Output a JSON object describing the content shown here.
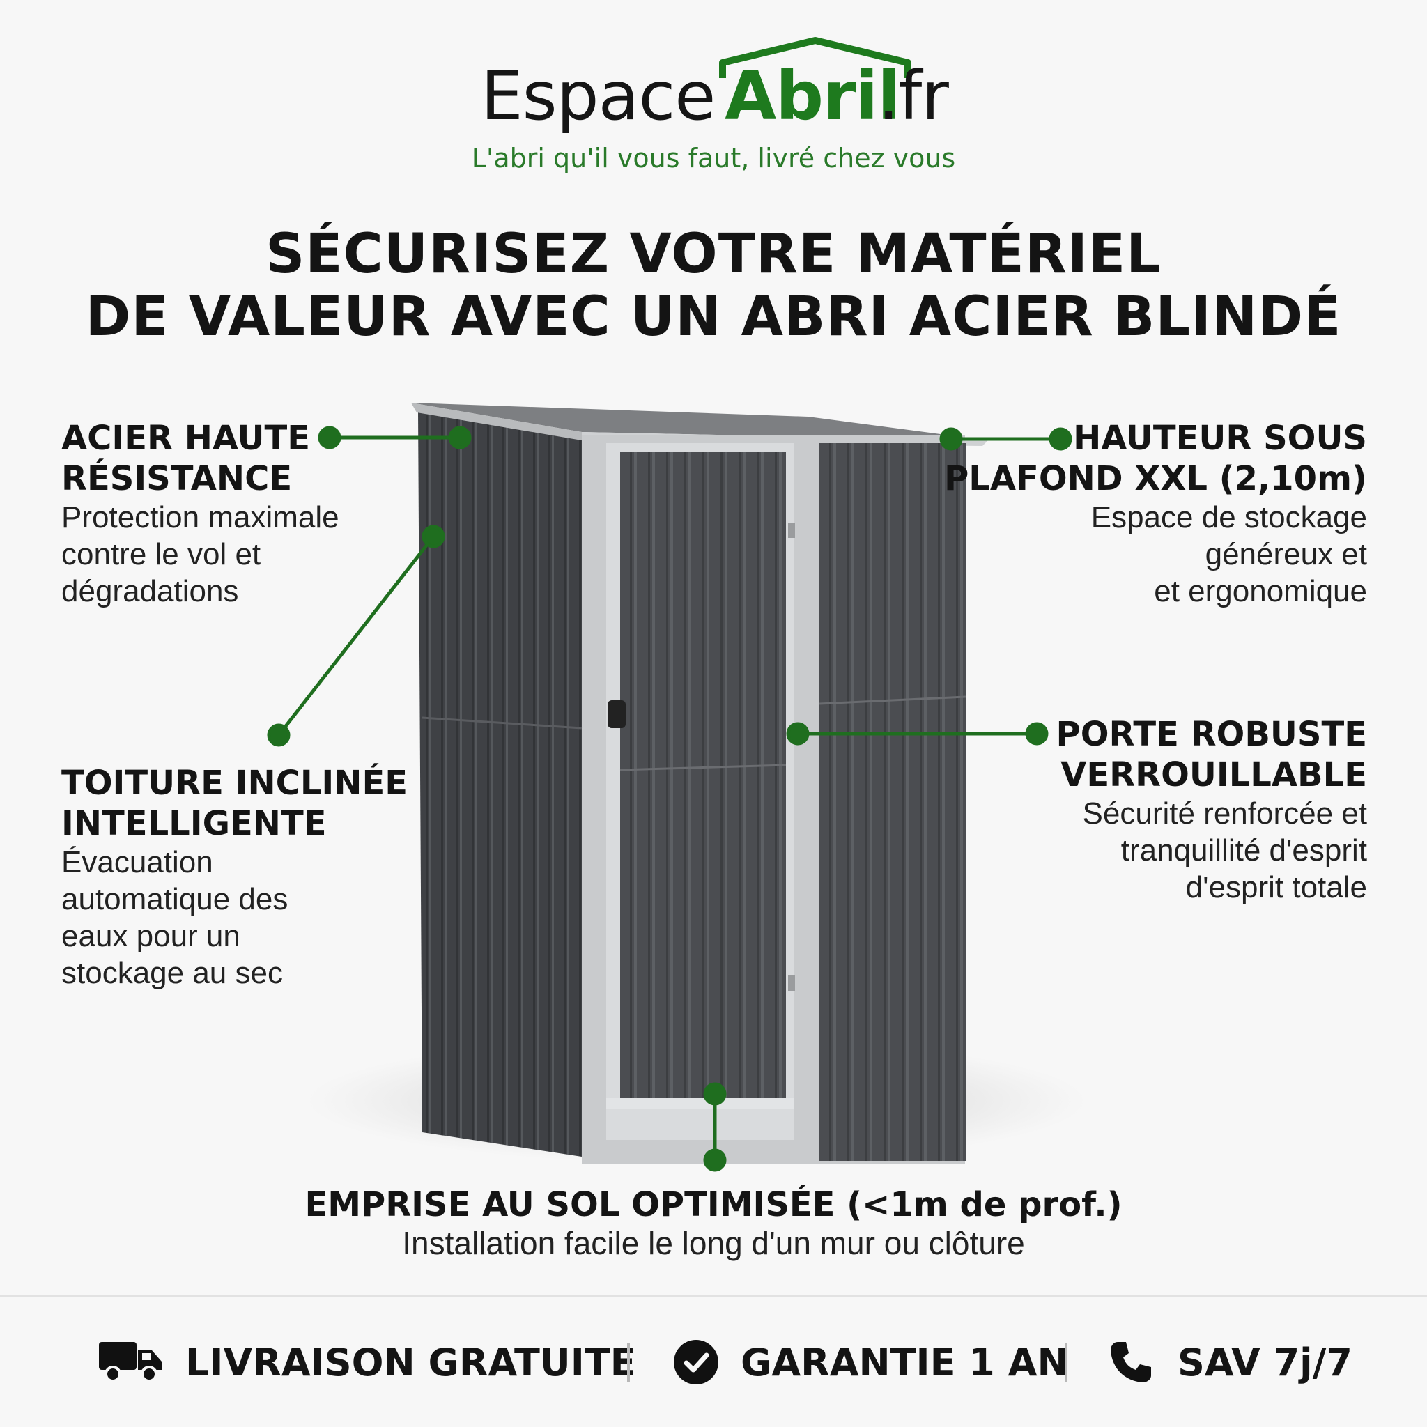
{
  "brand": {
    "name_part1": "Espace",
    "name_part2": "Abril",
    "name_part3": ".fr",
    "tagline": "L'abri qu'il vous faut, livré chez vous",
    "green": "#1e7a1e"
  },
  "headline": {
    "line1": "SÉCURISEZ VOTRE MATÉRIEL",
    "line2": "DE VALEUR AVEC UN ABRI ACIER BLINDÉ"
  },
  "features": {
    "acier": {
      "title": "ACIER HAUTE\nRÉSISTANCE",
      "desc": "Protection maximale\ncontre le vol et\ndégradations"
    },
    "toiture": {
      "title": "TOITURE INCLINÉE\nINTELLIGENTE",
      "desc": "Évacuation\nautomatique des\neaux pour un\nstockage au sec"
    },
    "hauteur": {
      "title": "HAUTEUR SOUS\nPLAFOND XXL (2,10m)",
      "desc": "Espace de stockage\ngénéreux et\net ergonomique"
    },
    "porte": {
      "title": "PORTE ROBUSTE\nVERROUILLABLE",
      "desc": "Sécurité renforcée et\ntranquillité d'esprit\nd'esprit totale"
    },
    "emprise": {
      "title": "EMPRISE AU SOL OPTIMISÉE (<1m de prof.)",
      "desc": "Installation facile le long d'un mur ou clôture"
    }
  },
  "footer": {
    "livraison": "LIVRAISON GRATUITE",
    "garantie": "GARANTIE 1 AN",
    "sav": "SAV 7j/7",
    "icons": [
      "truck-icon",
      "check-circle-icon",
      "phone-icon"
    ]
  },
  "colors": {
    "accent_green": "#1f6e1f",
    "shed_dark": "#4a4c50",
    "shed_trim": "#c9cbcd"
  }
}
